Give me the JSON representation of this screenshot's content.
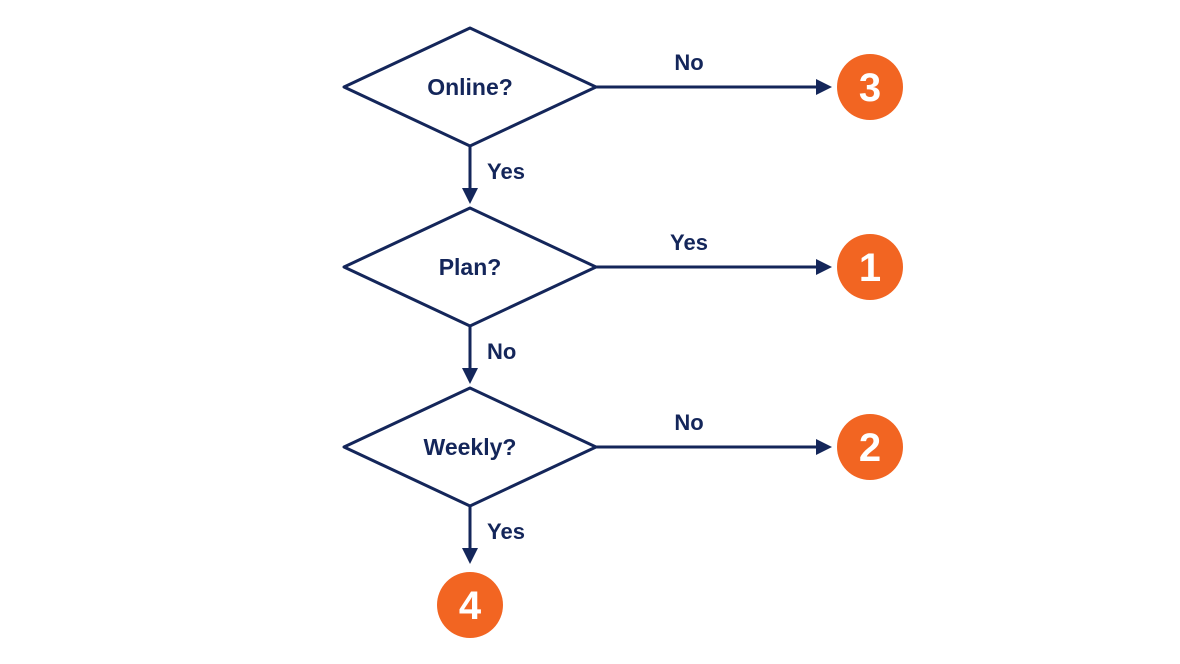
{
  "colors": {
    "line": "#14265a",
    "outcome_fill": "#f26522",
    "outcome_text": "#ffffff",
    "background": "#ffffff"
  },
  "decisions": [
    {
      "label": "Online?"
    },
    {
      "label": "Plan?"
    },
    {
      "label": "Weekly?"
    }
  ],
  "outcomes": [
    {
      "label": "3"
    },
    {
      "label": "1"
    },
    {
      "label": "2"
    },
    {
      "label": "4"
    }
  ],
  "edges": [
    {
      "from": "Online?",
      "to": "3",
      "label": "No"
    },
    {
      "from": "Online?",
      "to": "Plan?",
      "label": "Yes"
    },
    {
      "from": "Plan?",
      "to": "1",
      "label": "Yes"
    },
    {
      "from": "Plan?",
      "to": "Weekly?",
      "label": "No"
    },
    {
      "from": "Weekly?",
      "to": "2",
      "label": "No"
    },
    {
      "from": "Weekly?",
      "to": "4",
      "label": "Yes"
    }
  ]
}
